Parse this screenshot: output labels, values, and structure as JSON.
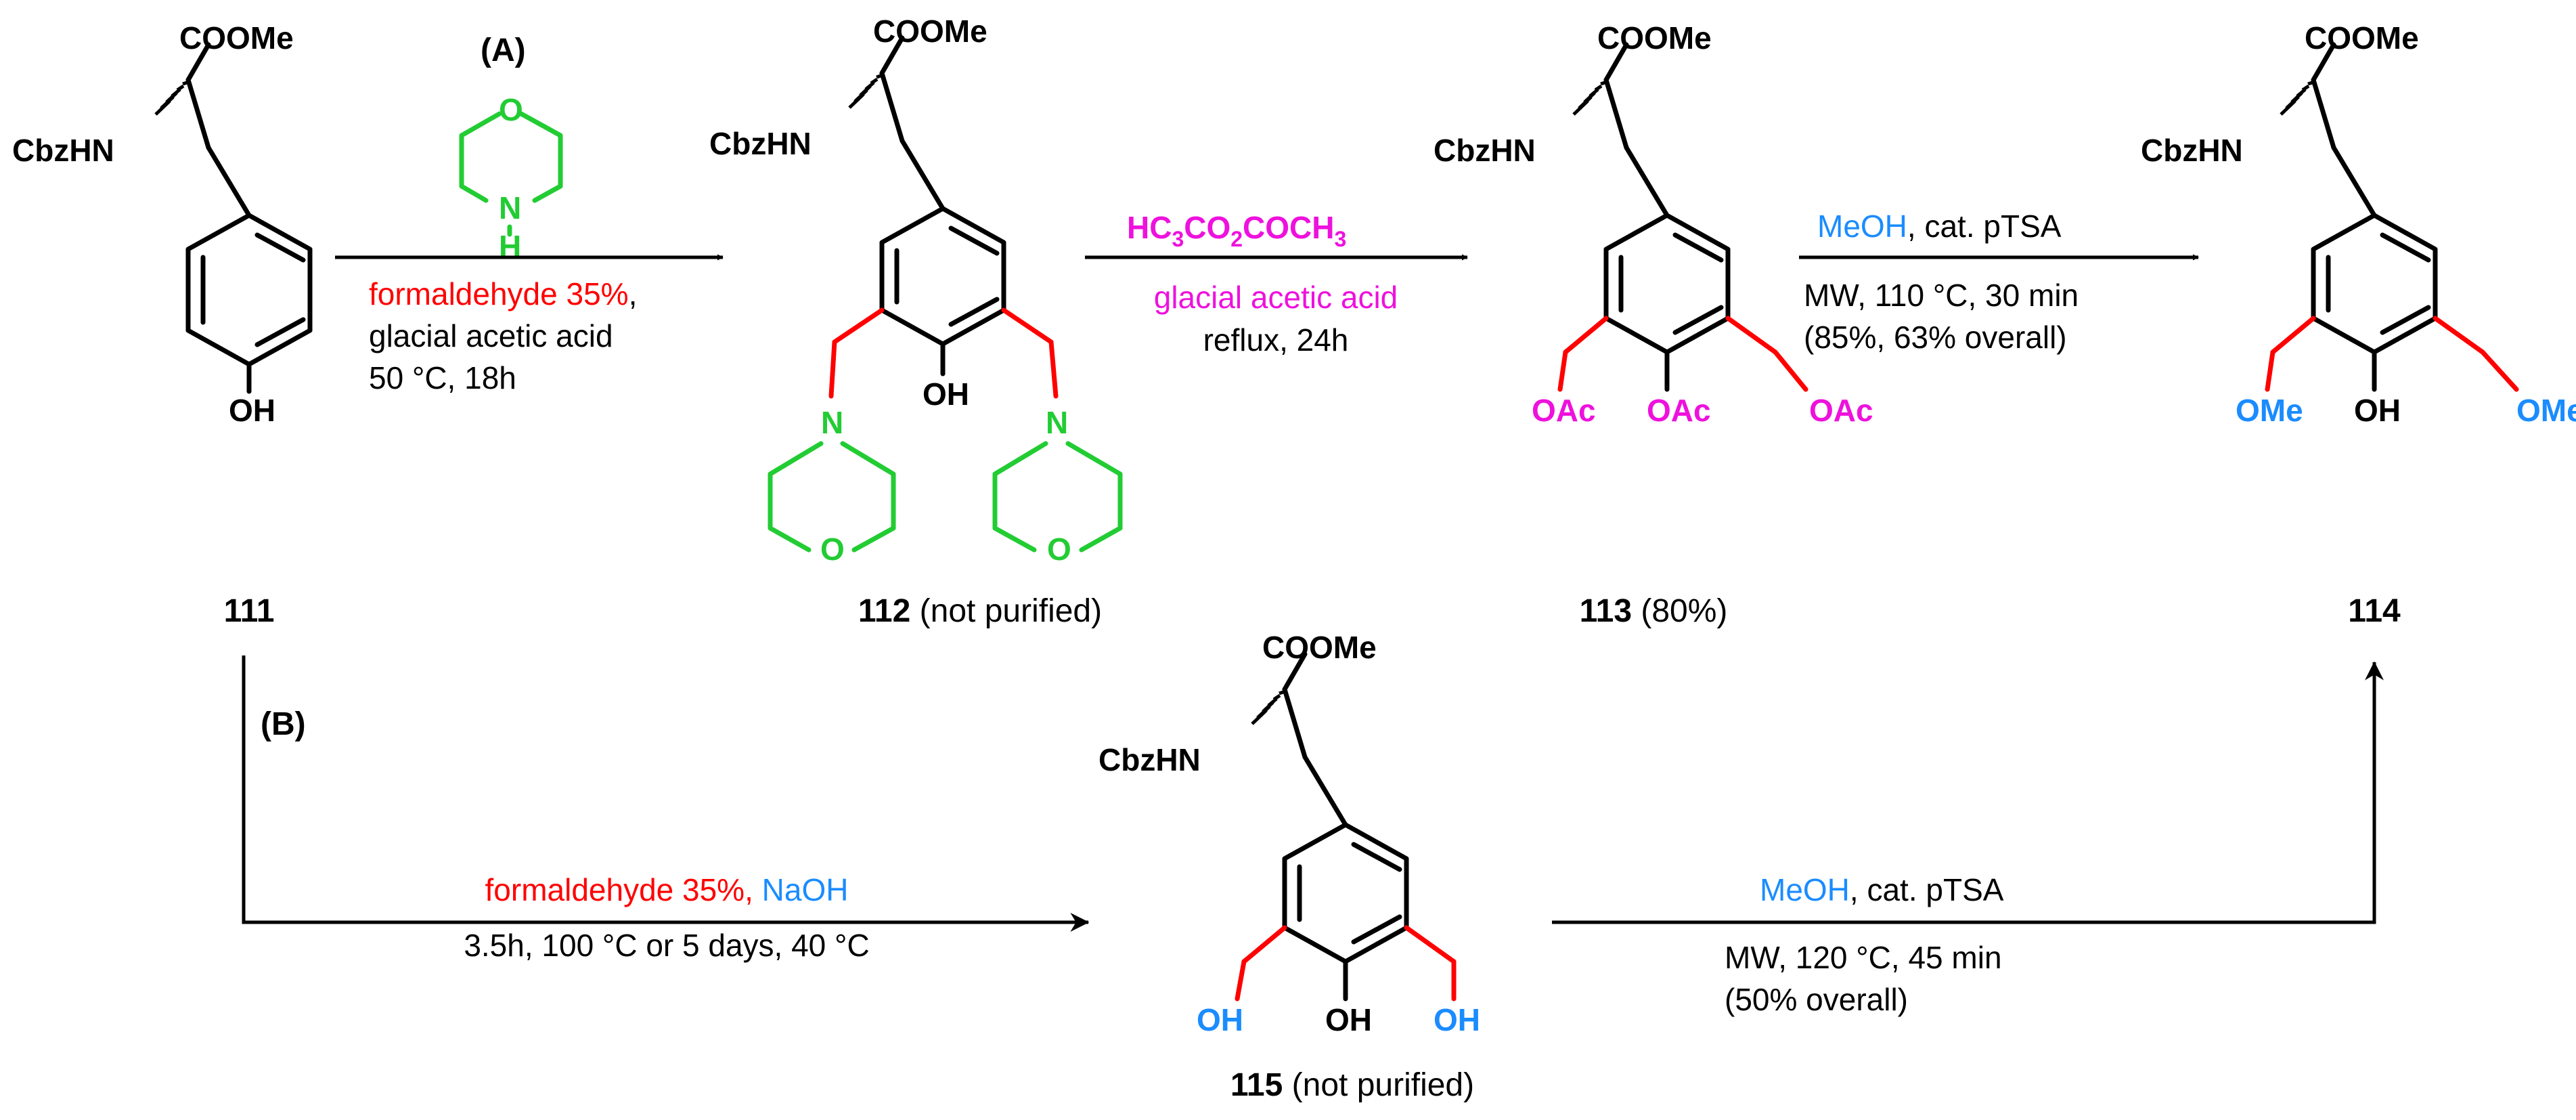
{
  "colors": {
    "black": "#000000",
    "red": "#ff0000",
    "green": "#22cc33",
    "magenta": "#ee11dd",
    "blue": "#1a8cff"
  },
  "labels": {
    "route_a": "(A)",
    "route_b": "(B)"
  },
  "atoms": {
    "coome": "COOMe",
    "cbzhn": "CbzHN",
    "oh": "OH",
    "oac": "OAc",
    "ome": "OMe",
    "morph_o": "O",
    "morph_n": "N",
    "morph_h": "H"
  },
  "compounds": {
    "c111": {
      "number": "111",
      "note": ""
    },
    "c112": {
      "number": "112",
      "note": " (not purified)"
    },
    "c113": {
      "number": "113",
      "note": " (80%)"
    },
    "c114": {
      "number": "114",
      "note": ""
    },
    "c115": {
      "number": "115",
      "note": " (not purified)"
    }
  },
  "conditions": {
    "a1": {
      "line1_formaldehyde": "formaldehyde 35%",
      "line1_comma": ",",
      "line2": "glacial acetic acid",
      "line3": "50 °C, 18h"
    },
    "a2": {
      "reagent_parts": [
        "HC",
        "3",
        "CO",
        "2",
        "COCH",
        "3"
      ],
      "line2": "glacial acetic acid",
      "line3": "reflux, 24h"
    },
    "a3": {
      "meoh": "MeOH",
      "line1_rest": ", cat. pTSA",
      "line2": "MW, 110 °C, 30 min",
      "line3": "(85%, 63% overall)"
    },
    "b1": {
      "formaldehyde": "formaldehyde 35%, ",
      "naoh": "NaOH",
      "line2": "3.5h, 100 °C or 5 days, 40 °C"
    },
    "b2": {
      "meoh": "MeOH",
      "line1_rest": ", cat. pTSA",
      "line2": "MW, 120 °C, 45 min",
      "line3": "(50% overall)"
    }
  }
}
